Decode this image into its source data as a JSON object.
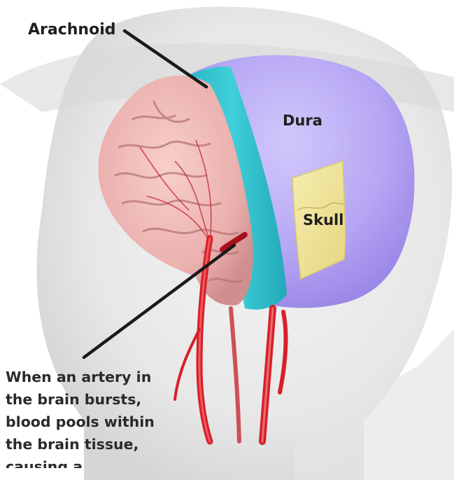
{
  "labels": {
    "arachnoid": "Arachnoid",
    "dura": "Dura",
    "skull": "Skull"
  },
  "caption": {
    "lines": [
      "When an artery in",
      "the brain bursts,",
      "blood pools within",
      "the brain tissue,",
      "causing a"
    ]
  },
  "colors": {
    "dura": "#b7a6f4",
    "arachnoid": "#2fc2cf",
    "brain": "#efb7b5",
    "skull": "#efe49b",
    "artery": "#d6202a",
    "leader_line": "#1a1a1a"
  }
}
